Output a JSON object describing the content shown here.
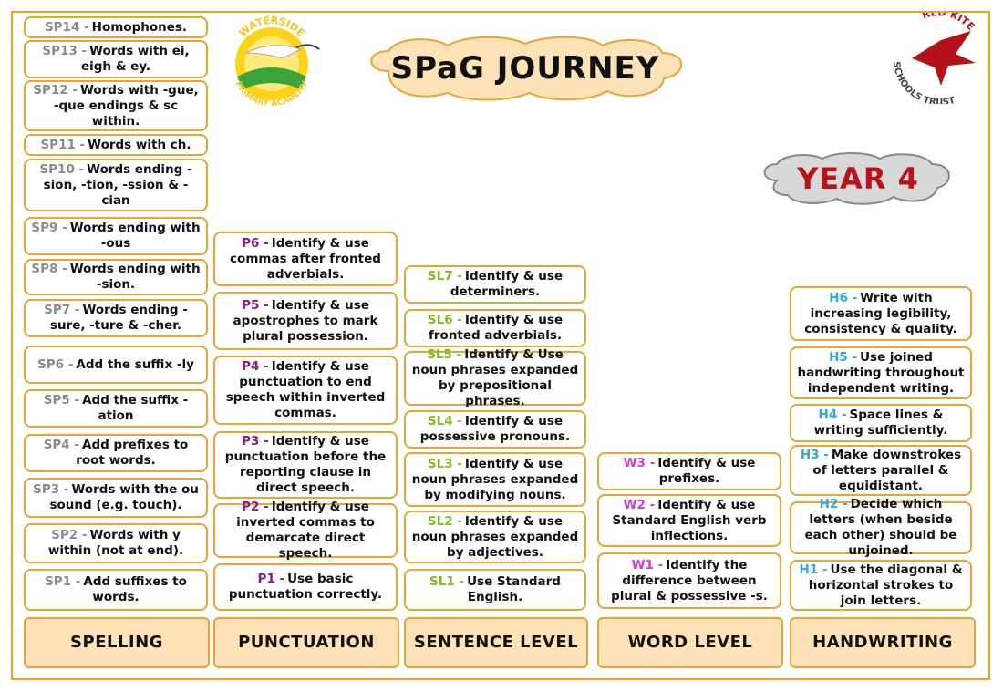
{
  "title": "SPaG JOURNEY",
  "year": "YEAR 4",
  "logos": {
    "left": {
      "icon": "waterside-primary-academy-logo",
      "top_text": "WATERSIDE",
      "bottom_text": "PRIMARY ACADEMY"
    },
    "right": {
      "icon": "red-kite-logo",
      "line1": "RED KITE",
      "line2": "SCHOOLS TRUST"
    }
  },
  "colors": {
    "border": "#e8a530",
    "footer_bg": "#fde2b8",
    "spelling_code": "#8a8a8a",
    "punctuation_code": "#8a1a8a",
    "sentence_code": "#7ac01e",
    "word_code": "#d03adc",
    "handwriting_code": "#2aa8e8",
    "year_text": "#b8121a"
  },
  "columns": [
    {
      "key": "spelling",
      "footer": "SPELLING",
      "items": [
        {
          "code": "SP14 -",
          "text": "Homophones."
        },
        {
          "code": "SP13 -",
          "text": "Words with ei, eigh & ey."
        },
        {
          "code": "SP12 -",
          "text": "Words with -gue, -que endings & sc within."
        },
        {
          "code": "SP11 -",
          "text": "Words with ch."
        },
        {
          "code": "SP10 -",
          "text": "Words ending -sion, -tion, -ssion & -cian"
        },
        {
          "code": "SP9 -",
          "text": "Words ending with -ous"
        },
        {
          "code": "SP8 -",
          "text": "Words ending with -sion."
        },
        {
          "code": "SP7 -",
          "text": "Words ending -sure, -ture & -cher."
        },
        {
          "code": "SP6 -",
          "text": "Add the suffix -ly"
        },
        {
          "code": "SP5 -",
          "text": "Add the suffix -ation"
        },
        {
          "code": "SP4 -",
          "text": "Add prefixes to root words."
        },
        {
          "code": "SP3 -",
          "text": "Words with the ou sound (e.g. touch)."
        },
        {
          "code": "SP2 -",
          "text": "Words with y within (not at end)."
        },
        {
          "code": "SP1 -",
          "text": "Add suffixes to words."
        }
      ]
    },
    {
      "key": "punctuation",
      "footer": "PUNCTUATION",
      "items": [
        {
          "code": "P6 -",
          "text": "Identify & use commas after fronted adverbials."
        },
        {
          "code": "P5 -",
          "text": "Identify & use apostrophes to mark plural possession."
        },
        {
          "code": "P4 -",
          "text": "Identify & use punctuation to end speech within inverted commas."
        },
        {
          "code": "P3 -",
          "text": "Identify & use punctuation before the reporting clause in direct speech."
        },
        {
          "code": "P2 -",
          "text": "Identify & use inverted commas to demarcate direct speech."
        },
        {
          "code": "P1 -",
          "text": "Use basic punctuation correctly."
        }
      ]
    },
    {
      "key": "sentence",
      "footer": "SENTENCE LEVEL",
      "items": [
        {
          "code": "SL7 -",
          "text": "Identify & use determiners."
        },
        {
          "code": "SL6 -",
          "text": "Identify & use fronted adverbials."
        },
        {
          "code": "SL5 -",
          "text": "Identify & Use noun phrases expanded by prepositional phrases."
        },
        {
          "code": "SL4 -",
          "text": "Identify & use possessive pronouns."
        },
        {
          "code": "SL3 -",
          "text": "Identify & use noun phrases expanded by modifying nouns."
        },
        {
          "code": "SL2 -",
          "text": "Identify & use noun phrases expanded by adjectives."
        },
        {
          "code": "SL1 -",
          "text": "Use Standard English."
        }
      ]
    },
    {
      "key": "word",
      "footer": "WORD LEVEL",
      "items": [
        {
          "code": "W3 -",
          "text": "Identify & use prefixes."
        },
        {
          "code": "W2 -",
          "text": "Identify & use Standard English verb inflections."
        },
        {
          "code": "W1 -",
          "text": "Identify the difference between plural & possessive -s."
        }
      ]
    },
    {
      "key": "handwriting",
      "footer": "HANDWRITING",
      "items": [
        {
          "code": "H6 -",
          "text": "Write with increasing legibility, consistency & quality."
        },
        {
          "code": "H5 -",
          "text": "Use joined handwriting throughout independent writing."
        },
        {
          "code": "H4 -",
          "text": "Space lines & writing sufficiently."
        },
        {
          "code": "H3 -",
          "text": "Make downstrokes of letters parallel & equidistant."
        },
        {
          "code": "H2 -",
          "text": "Decide which letters (when beside each other) should be unjoined."
        },
        {
          "code": "H1 -",
          "text": "Use the diagonal & horizontal strokes to join letters."
        }
      ]
    }
  ]
}
